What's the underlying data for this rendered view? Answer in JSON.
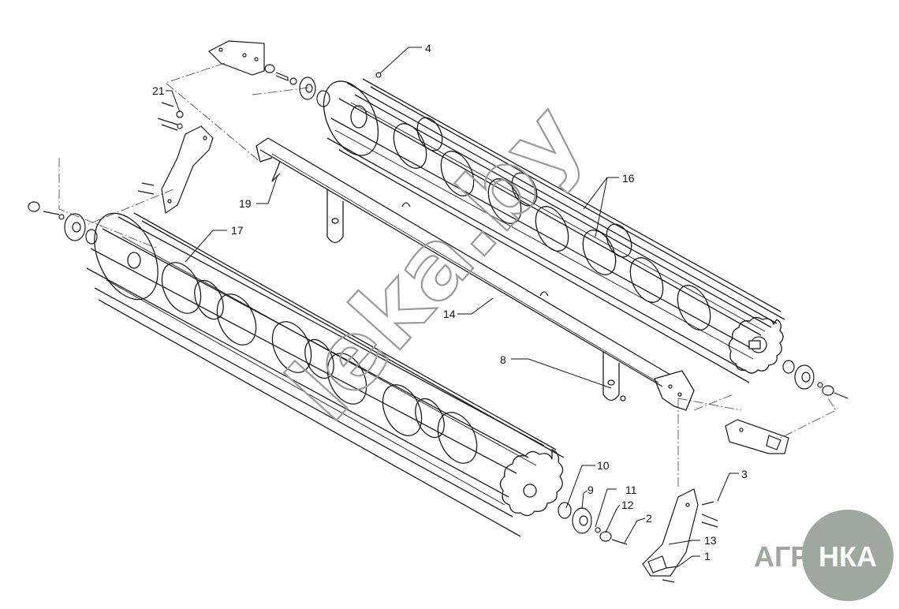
{
  "callouts": [
    {
      "id": "c4",
      "text": "4"
    },
    {
      "id": "c21",
      "text": "21"
    },
    {
      "id": "c16",
      "text": "16"
    },
    {
      "id": "c19",
      "text": "19"
    },
    {
      "id": "c17",
      "text": "17"
    },
    {
      "id": "c14",
      "text": "14"
    },
    {
      "id": "c8",
      "text": "8"
    },
    {
      "id": "c10",
      "text": "10"
    },
    {
      "id": "c9",
      "text": "9"
    },
    {
      "id": "c11",
      "text": "11"
    },
    {
      "id": "c12",
      "text": "12"
    },
    {
      "id": "c2",
      "text": "2"
    },
    {
      "id": "c3",
      "text": "3"
    },
    {
      "id": "c13",
      "text": "13"
    },
    {
      "id": "c1",
      "text": "1"
    }
  ],
  "watermark": {
    "text": "leka.by",
    "color": "#9a9a9a"
  },
  "logo": {
    "left": "АГРО",
    "right": "НКА",
    "circle_color": "#9ea89f"
  },
  "colors": {
    "line": "#1a1a1a",
    "dash": "#555555",
    "background": "#ffffff"
  }
}
